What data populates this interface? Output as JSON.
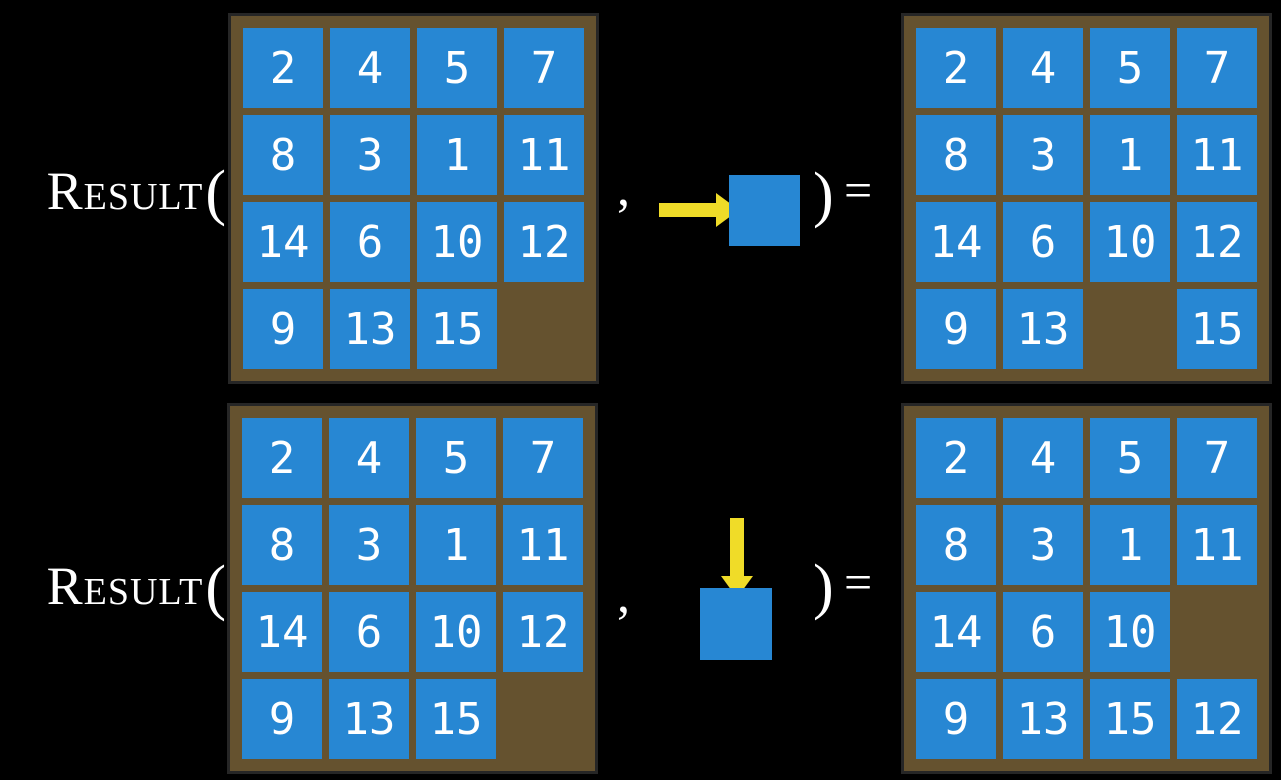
{
  "colors": {
    "background": "#000000",
    "board_brown": "#65522F",
    "board_outline": "#262626",
    "tile_blue": "#2787D3",
    "tile_text": "#FFFFFF",
    "arrow_yellow": "#F0DC28",
    "label_text": "#FFFFFF"
  },
  "equations": [
    {
      "function_label": "Result",
      "open_paren": "(",
      "comma": ",",
      "close_paren": ")",
      "equals": "=",
      "action": {
        "name": "slide-right",
        "direction": "right"
      },
      "input_board": {
        "rows": [
          [
            "2",
            "4",
            "5",
            "7"
          ],
          [
            "8",
            "3",
            "1",
            "11"
          ],
          [
            "14",
            "6",
            "10",
            "12"
          ],
          [
            "9",
            "13",
            "15",
            ""
          ]
        ]
      },
      "result_board": {
        "rows": [
          [
            "2",
            "4",
            "5",
            "7"
          ],
          [
            "8",
            "3",
            "1",
            "11"
          ],
          [
            "14",
            "6",
            "10",
            "12"
          ],
          [
            "9",
            "13",
            "",
            "15"
          ]
        ]
      }
    },
    {
      "function_label": "Result",
      "open_paren": "(",
      "comma": ",",
      "close_paren": ")",
      "equals": "=",
      "action": {
        "name": "slide-down",
        "direction": "down"
      },
      "input_board": {
        "rows": [
          [
            "2",
            "4",
            "5",
            "7"
          ],
          [
            "8",
            "3",
            "1",
            "11"
          ],
          [
            "14",
            "6",
            "10",
            "12"
          ],
          [
            "9",
            "13",
            "15",
            ""
          ]
        ]
      },
      "result_board": {
        "rows": [
          [
            "2",
            "4",
            "5",
            "7"
          ],
          [
            "8",
            "3",
            "1",
            "11"
          ],
          [
            "14",
            "6",
            "10",
            ""
          ],
          [
            "9",
            "13",
            "15",
            "12"
          ]
        ]
      }
    }
  ]
}
